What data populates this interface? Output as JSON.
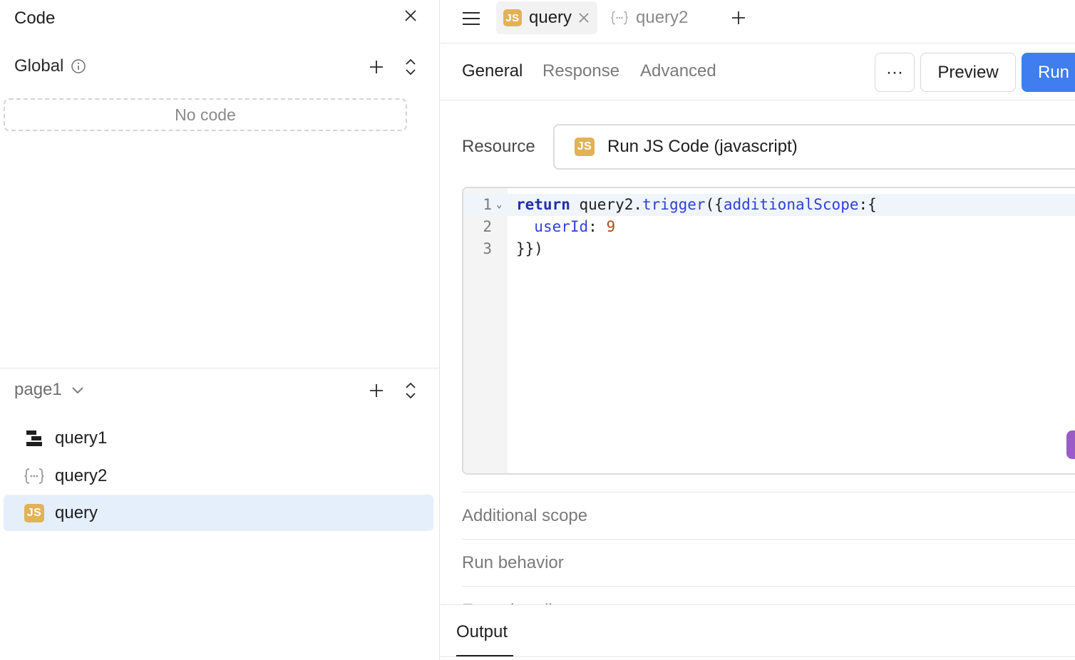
{
  "left_panel": {
    "title": "Code",
    "global": {
      "label": "Global",
      "empty_text": "No code"
    },
    "page": {
      "label": "page1",
      "items": [
        {
          "label": "query1",
          "icon": "rest-api-icon"
        },
        {
          "label": "query2",
          "icon": "curly-braces-icon"
        },
        {
          "label": "query",
          "icon": "js-icon",
          "selected": true
        }
      ]
    }
  },
  "tabs": [
    {
      "label": "query",
      "badge": "JS",
      "active": true
    },
    {
      "label": "query2",
      "active": false
    }
  ],
  "subtabs": {
    "general": "General",
    "response": "Response",
    "advanced": "Advanced"
  },
  "buttons": {
    "more": "···",
    "preview": "Preview",
    "run": "Run"
  },
  "resource": {
    "label": "Resource",
    "badge": "JS",
    "value": "Run JS Code (javascript)"
  },
  "editor": {
    "line_numbers": [
      "1",
      "2",
      "3"
    ],
    "line1": {
      "kw": "return",
      "a": " query2.",
      "fn": "trigger",
      "b": "({",
      "prop": "additionalScope",
      "c": ":{"
    },
    "line2": {
      "indent": "  ",
      "prop": "userId",
      "sep": ": ",
      "num": "9"
    },
    "line3": {
      "text": "}})"
    }
  },
  "sections": {
    "additional_scope": "Additional scope",
    "run_behavior": "Run behavior",
    "partial": "Event handlers"
  },
  "output": {
    "tab": "Output"
  },
  "colors": {
    "accent": "#3f7df0",
    "js_badge": "#e1b356",
    "selected_bg": "#e5effc"
  }
}
